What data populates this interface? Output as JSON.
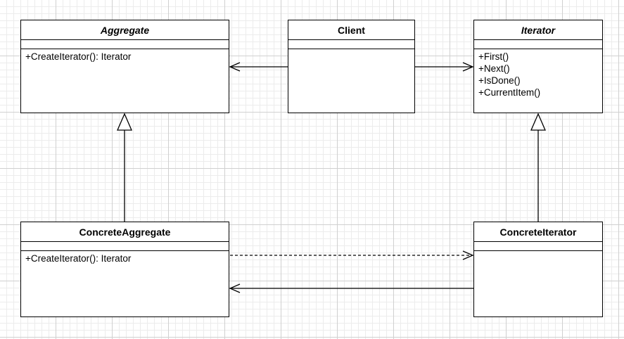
{
  "classes": {
    "aggregate": {
      "name": "Aggregate",
      "operations": [
        "+CreateIterator(): Iterator"
      ]
    },
    "client": {
      "name": "Client",
      "operations": []
    },
    "iterator": {
      "name": "Iterator",
      "operations": [
        "+First()",
        "+Next()",
        "+IsDone()",
        "+CurrentItem()"
      ]
    },
    "concrete_aggregate": {
      "name": "ConcreteAggregate",
      "operations": [
        "+CreateIterator(): Iterator"
      ]
    },
    "concrete_iterator": {
      "name": "ConcreteIterator",
      "operations": []
    }
  },
  "relationships": [
    {
      "from": "Client",
      "to": "Aggregate",
      "kind": "association"
    },
    {
      "from": "Client",
      "to": "Iterator",
      "kind": "association"
    },
    {
      "from": "ConcreteAggregate",
      "to": "Aggregate",
      "kind": "generalization"
    },
    {
      "from": "ConcreteIterator",
      "to": "Iterator",
      "kind": "generalization"
    },
    {
      "from": "ConcreteAggregate",
      "to": "ConcreteIterator",
      "kind": "dependency"
    },
    {
      "from": "ConcreteIterator",
      "to": "ConcreteAggregate",
      "kind": "association"
    }
  ]
}
